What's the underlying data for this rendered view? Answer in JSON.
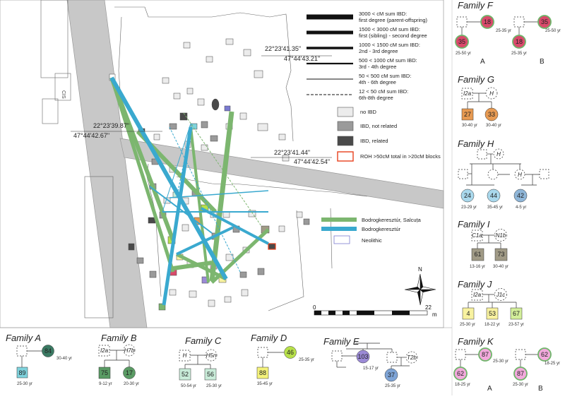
{
  "legend": {
    "ibd": [
      {
        "line1": "3000 < cM sum IBD:",
        "line2": "first degree (parent-offspring)"
      },
      {
        "line1": "1500 < 3000 cM sum IBD:",
        "line2": "first (sibling) - second degree"
      },
      {
        "line1": "1000 < 1500 cM sum IBD:",
        "line2": "2nd - 3rd degree"
      },
      {
        "line1": "500 < 1000 cM sum IBD:",
        "line2": "3rd - 4th degree"
      },
      {
        "line1": "50 < 500 cM sum IBD:",
        "line2": "4th - 6th degree"
      },
      {
        "line1": "12 < 50 cM sum IBD:",
        "line2": "6th-8th degree"
      }
    ],
    "graves": [
      {
        "label": "no IBD",
        "color": "#ececec"
      },
      {
        "label": "IBD, not related",
        "color": "#9a9a9a"
      },
      {
        "label": "IBD, related",
        "color": "#4a4a4a"
      },
      {
        "label": "ROH >50cM total in >20cM blocks",
        "color": "#ffffff",
        "stroke": "#e8401c"
      }
    ],
    "cultures": [
      {
        "label": "Bodrogkeresztúr, Salcuța",
        "color": "#7cb66f"
      },
      {
        "label": "Bodrogkeresztúr",
        "color": "#3aa9cf"
      },
      {
        "label": "Neolithic",
        "color": "#ffffff",
        "stroke": "#7a7ad0"
      }
    ]
  },
  "coords": {
    "c1": "22°23'41.35\"",
    "c2": "47°44'43.21\"",
    "c3": "22°23'39.87\"",
    "c4": "47°44'42.67\"",
    "c5": "22°23'41.44\"",
    "c6": "47°44'42.54\""
  },
  "scale": {
    "start": "0",
    "end": "22",
    "unit": "m"
  },
  "compass": {
    "north": "N"
  },
  "families": {
    "A": {
      "title": "Family A",
      "ind1": {
        "num": "84",
        "age": "30-40 yr",
        "color": "#3b7a63"
      },
      "ind2": {
        "num": "89",
        "age": "25-30 yr",
        "color": "#7fd3dd"
      }
    },
    "B": {
      "title": "Family B",
      "hap1": "I2a",
      "hap2": "H7b",
      "ind1": {
        "num": "75",
        "age": "9-12 yr",
        "color": "#5a9b64"
      },
      "ind2": {
        "num": "17",
        "age": "20-30 yr",
        "color": "#5a9b64"
      }
    },
    "C": {
      "title": "Family C",
      "hap1": "H",
      "hap2": "H5n",
      "ind1": {
        "num": "52",
        "age": "50-54 yr",
        "color": "#c9ecd9"
      },
      "ind2": {
        "num": "56",
        "age": "25-30 yr",
        "color": "#c9ecd9"
      }
    },
    "D": {
      "title": "Family D",
      "ind1": {
        "num": "46",
        "age": "25-35 yr",
        "color": "#b7e04a"
      },
      "ind2": {
        "num": "88",
        "age": "35-45 yr",
        "color": "#f4f27a"
      }
    },
    "E": {
      "title": "Family E",
      "hap": "T2b",
      "ind1": {
        "num": "103",
        "age": "15-17 yr",
        "color": "#9b8ad6"
      },
      "ind2": {
        "num": "37",
        "age": "25-35 yr",
        "color": "#7ea4d6"
      }
    },
    "F": {
      "title": "Family F",
      "A": {
        "label": "A",
        "ind1": {
          "num": "18",
          "age": "25-35 yr"
        },
        "ind2": {
          "num": "35",
          "age": "25-50 yr"
        }
      },
      "B": {
        "label": "B",
        "ind1": {
          "num": "35",
          "age": "25-50 yr"
        },
        "ind2": {
          "num": "18",
          "age": "25-35 yr"
        }
      },
      "color": "#d94a6b",
      "ring": "#6fb56a"
    },
    "G": {
      "title": "Family G",
      "hap1": "I2a",
      "hap2": "H",
      "ind1": {
        "num": "27",
        "age": "30-40 yr",
        "color": "#e79a52"
      },
      "ind2": {
        "num": "33",
        "age": "30-40 yr",
        "color": "#e79a52"
      }
    },
    "H": {
      "title": "Family H",
      "hap1": "H",
      "hap2": "H",
      "ind1": {
        "num": "24",
        "age": "23-29 yr",
        "color": "#a9d8ec"
      },
      "ind2": {
        "num": "44",
        "age": "35-45 yr",
        "color": "#a9d8ec"
      },
      "ind3": {
        "num": "42",
        "age": "4-5 yr",
        "color": "#8fb6d8"
      }
    },
    "I": {
      "title": "Family I",
      "hap1": "C1a",
      "hap2": "N1b",
      "ind1": {
        "num": "61",
        "age": "13-16 yr",
        "color": "#a09a86"
      },
      "ind2": {
        "num": "73",
        "age": "30-40 yr",
        "color": "#a09a86"
      }
    },
    "J": {
      "title": "Family J",
      "hap1": "I2a",
      "hap2": "J1c",
      "ind1": {
        "num": "4",
        "age": "25-30 yr",
        "color": "#f8f2a0"
      },
      "ind2": {
        "num": "53",
        "age": "18-22 yr",
        "color": "#f8f2a0"
      },
      "ind3": {
        "num": "67",
        "age": "23-57 yr",
        "color": "#d3ef9a"
      }
    },
    "K": {
      "title": "Family K",
      "A": {
        "label": "A",
        "ind1": {
          "num": "87",
          "age": "25-30 yr"
        },
        "ind2": {
          "num": "62",
          "age": "18-25 yr"
        }
      },
      "B": {
        "label": "B",
        "ind1": {
          "num": "62",
          "age": "18-25 yr"
        },
        "ind2": {
          "num": "87",
          "age": "25-30 yr"
        }
      },
      "color": "#f2a9dc",
      "ring": "#6fb56a"
    }
  }
}
